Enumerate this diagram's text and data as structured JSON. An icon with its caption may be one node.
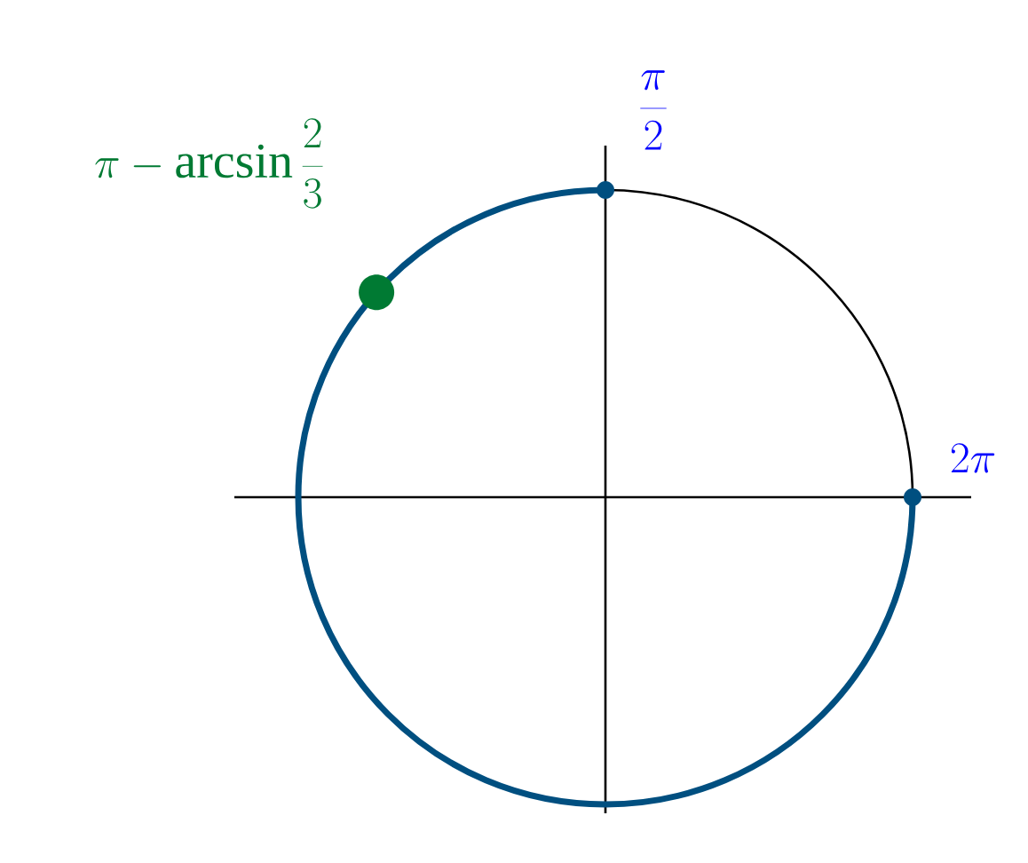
{
  "diagram": {
    "labels": [
      "\\frac{\\pi}{2}",
      "2\\pi",
      "\\pi - \\arcsin \\frac{2}{3}"
    ]
  }
}
